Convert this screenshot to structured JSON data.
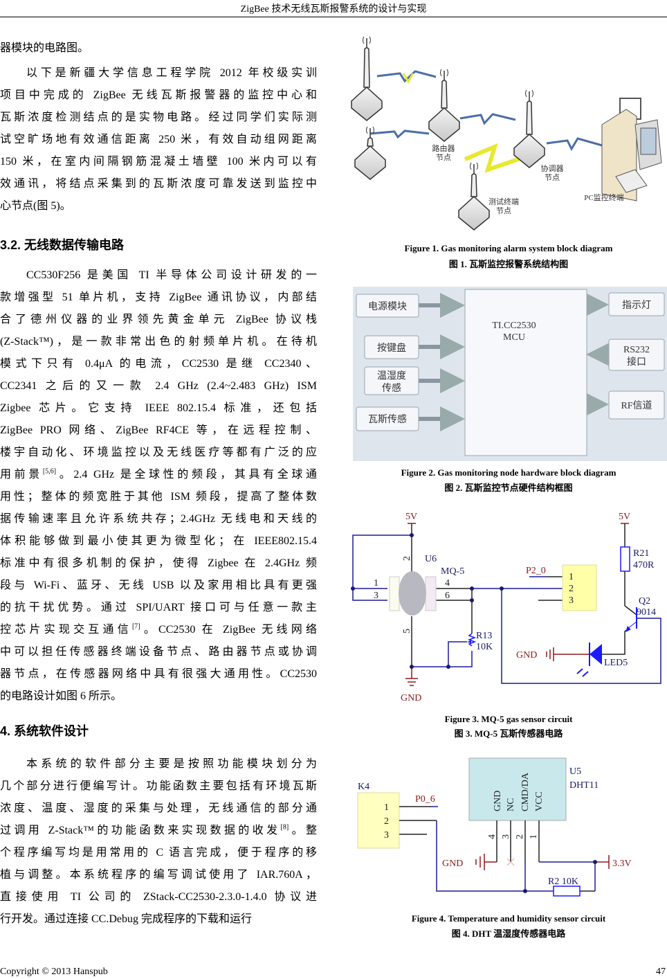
{
  "header": {
    "title": "ZigBee 技术无线瓦斯报警系统的设计与实现"
  },
  "body": {
    "p1": {
      "lines": [
        "器模块的电路图。"
      ]
    },
    "p2": {
      "lines": [
        "以下是新疆大学信息工程学院 2012 年校级实训",
        "项目中完成的 ZigBee 无线瓦斯报警器的监控中心和",
        "瓦斯浓度检测结点的是实物电路。经过同学们实际测",
        "试空旷场地有效通信距离 250 米，有效自动组网距离",
        "150 米，在室内间隔钢筋混凝土墙壁 100 米内可以有",
        "效通讯，将结点采集到的瓦斯浓度可靠发送到监控中",
        "心节点(图 5)。"
      ]
    },
    "h1": "3.2.  无线数据传输电路",
    "p3": {
      "lines": [
        "CC530F256 是美国 TI 半导体公司设计研发的一",
        "款增强型 51 单片机，支持 ZigBee 通讯协议，内部结",
        "合了德州仪器的业界领先黄金单元 ZigBee 协议栈",
        "(Z-Stack™)，是一款非常出色的射频单片机。在待机",
        "模式下只有 0.4μA 的电流，CC2530 是继 CC2340、",
        "CC2341 之后的又一款 2.4 GHz (2.4~2.483 GHz) ISM",
        "Zigbee 芯片。它支持 IEEE 802.15.4 标准，还包括",
        "ZigBee PRO 网络、ZigBee RF4CE 等，在远程控制、",
        "楼宇自动化、环境监控以及无线医疗等都有广泛的应",
        {
          "t": "用前景",
          "sup": "[5,6]",
          "t2": "。2.4 GHz 是全球性的频段，其具有全球通"
        },
        "用性；整体的频宽胜于其他 ISM 频段，提高了整体数",
        "据传输速率且允许系统共存；2.4GHz 无线电和天线的",
        "体积能够做到最小使其更为微型化；在 IEEE802.15.4",
        "标准中有很多机制的保护，使得 Zigbee 在 2.4GHz 频",
        "段与 Wi-Fi、蓝牙、无线 USB 以及家用相比具有更强",
        "的抗干扰优势。通过 SPI/UART 接口可与任意一款主",
        {
          "t": "控芯片实现交互通信",
          "sup": "[7]",
          "t2": "。CC2530 在 ZigBee 无线网络"
        },
        "中可以担任传感器终端设备节点、路由器节点或协调",
        "器节点，在传感器网络中具有很强大通用性。CC2530",
        "的电路设计如图 6 所示。"
      ]
    },
    "h2": "4.  系统软件设计",
    "p4": {
      "lines": [
        "本系统的软件部分主要是按照功能模块划分为",
        "几个部分进行便编写计。功能函数主要包括有环境瓦斯",
        "浓度、温度、湿度的采集与处理，无线通信的部分通",
        {
          "t": "过调用 Z-Stack™的功能函数来实现数据的收发",
          "sup": "[8]",
          "t2": "。整"
        },
        "个程序编写均是用常用的 C 语言完成，便于程序的移",
        "植与调整。本系统程序的编写调试使用了 IAR.760A，",
        "直接使用 TI 公司的 ZStack-CC2530-2.3.0-1.4.0 协议进",
        "行开发。通过连接 CC.Debug 完成程序的下载和运行"
      ]
    }
  },
  "fig1": {
    "router": [
      "路由器",
      "节点"
    ],
    "coordinator": [
      "协调器",
      "节点"
    ],
    "test_terminal": [
      "测试终端",
      "节点"
    ],
    "pc": "PC监控终端",
    "caption_en": "Figure 1. Gas monitoring alarm system block diagram",
    "caption_zh": "图 1.  瓦斯监控报警系统结构图"
  },
  "fig2": {
    "power": "电源模块",
    "keypad": "按键盘",
    "temp_hum": [
      "温湿度",
      "传感"
    ],
    "gas": "瓦斯传感",
    "mcu": [
      "TI.CC2530",
      "MCU"
    ],
    "indicator": "指示灯",
    "rs232": [
      "RS232",
      "接口"
    ],
    "rf": "RF信道",
    "caption_en": "Figure 2. Gas monitoring node hardware block diagram",
    "caption_zh": "图 2.  瓦斯监控节点硬件结构框图"
  },
  "fig3": {
    "v5a": "5V",
    "v5b": "5V",
    "u6": "U6",
    "mq5": "MQ-5",
    "p1": "1",
    "p2": "2",
    "p3": "3",
    "p4": "4",
    "p5": "5",
    "p6": "6",
    "r13": "R13",
    "r13v": "10K",
    "gnd1": "GND",
    "gnd2": "GND",
    "p2_0": "P2_0",
    "c1": "1",
    "c2": "2",
    "c3": "3",
    "r21": "R21",
    "r21v": "470R",
    "q2": "Q2",
    "q2v": "9014",
    "led5": "LED5",
    "caption_en": "Figure 3. MQ-5 gas sensor circuit",
    "caption_zh": "图 3. MQ-5 瓦斯传感器电路"
  },
  "fig4": {
    "k4": "K4",
    "k1": "1",
    "k2": "2",
    "k3": "3",
    "p0_6": "P0_6",
    "u5": "U5",
    "dht11": "DHT11",
    "pin_gnd": "GND",
    "pin_nc": "NC",
    "pin_cmd": "CMD/DA",
    "pin_vcc": "VCC",
    "n4": "4",
    "n3": "3",
    "n2": "2",
    "n1": "1",
    "gnd": "GND",
    "v33": "3.3V",
    "r2": "R2  10K",
    "caption_en": "Figure 4. Temperature and humidity sensor circuit",
    "caption_zh": "图 4. DHT 温湿度传感器电路"
  },
  "footer": {
    "copyright": "Copyright © 2013 Hanspub",
    "page": "47"
  }
}
